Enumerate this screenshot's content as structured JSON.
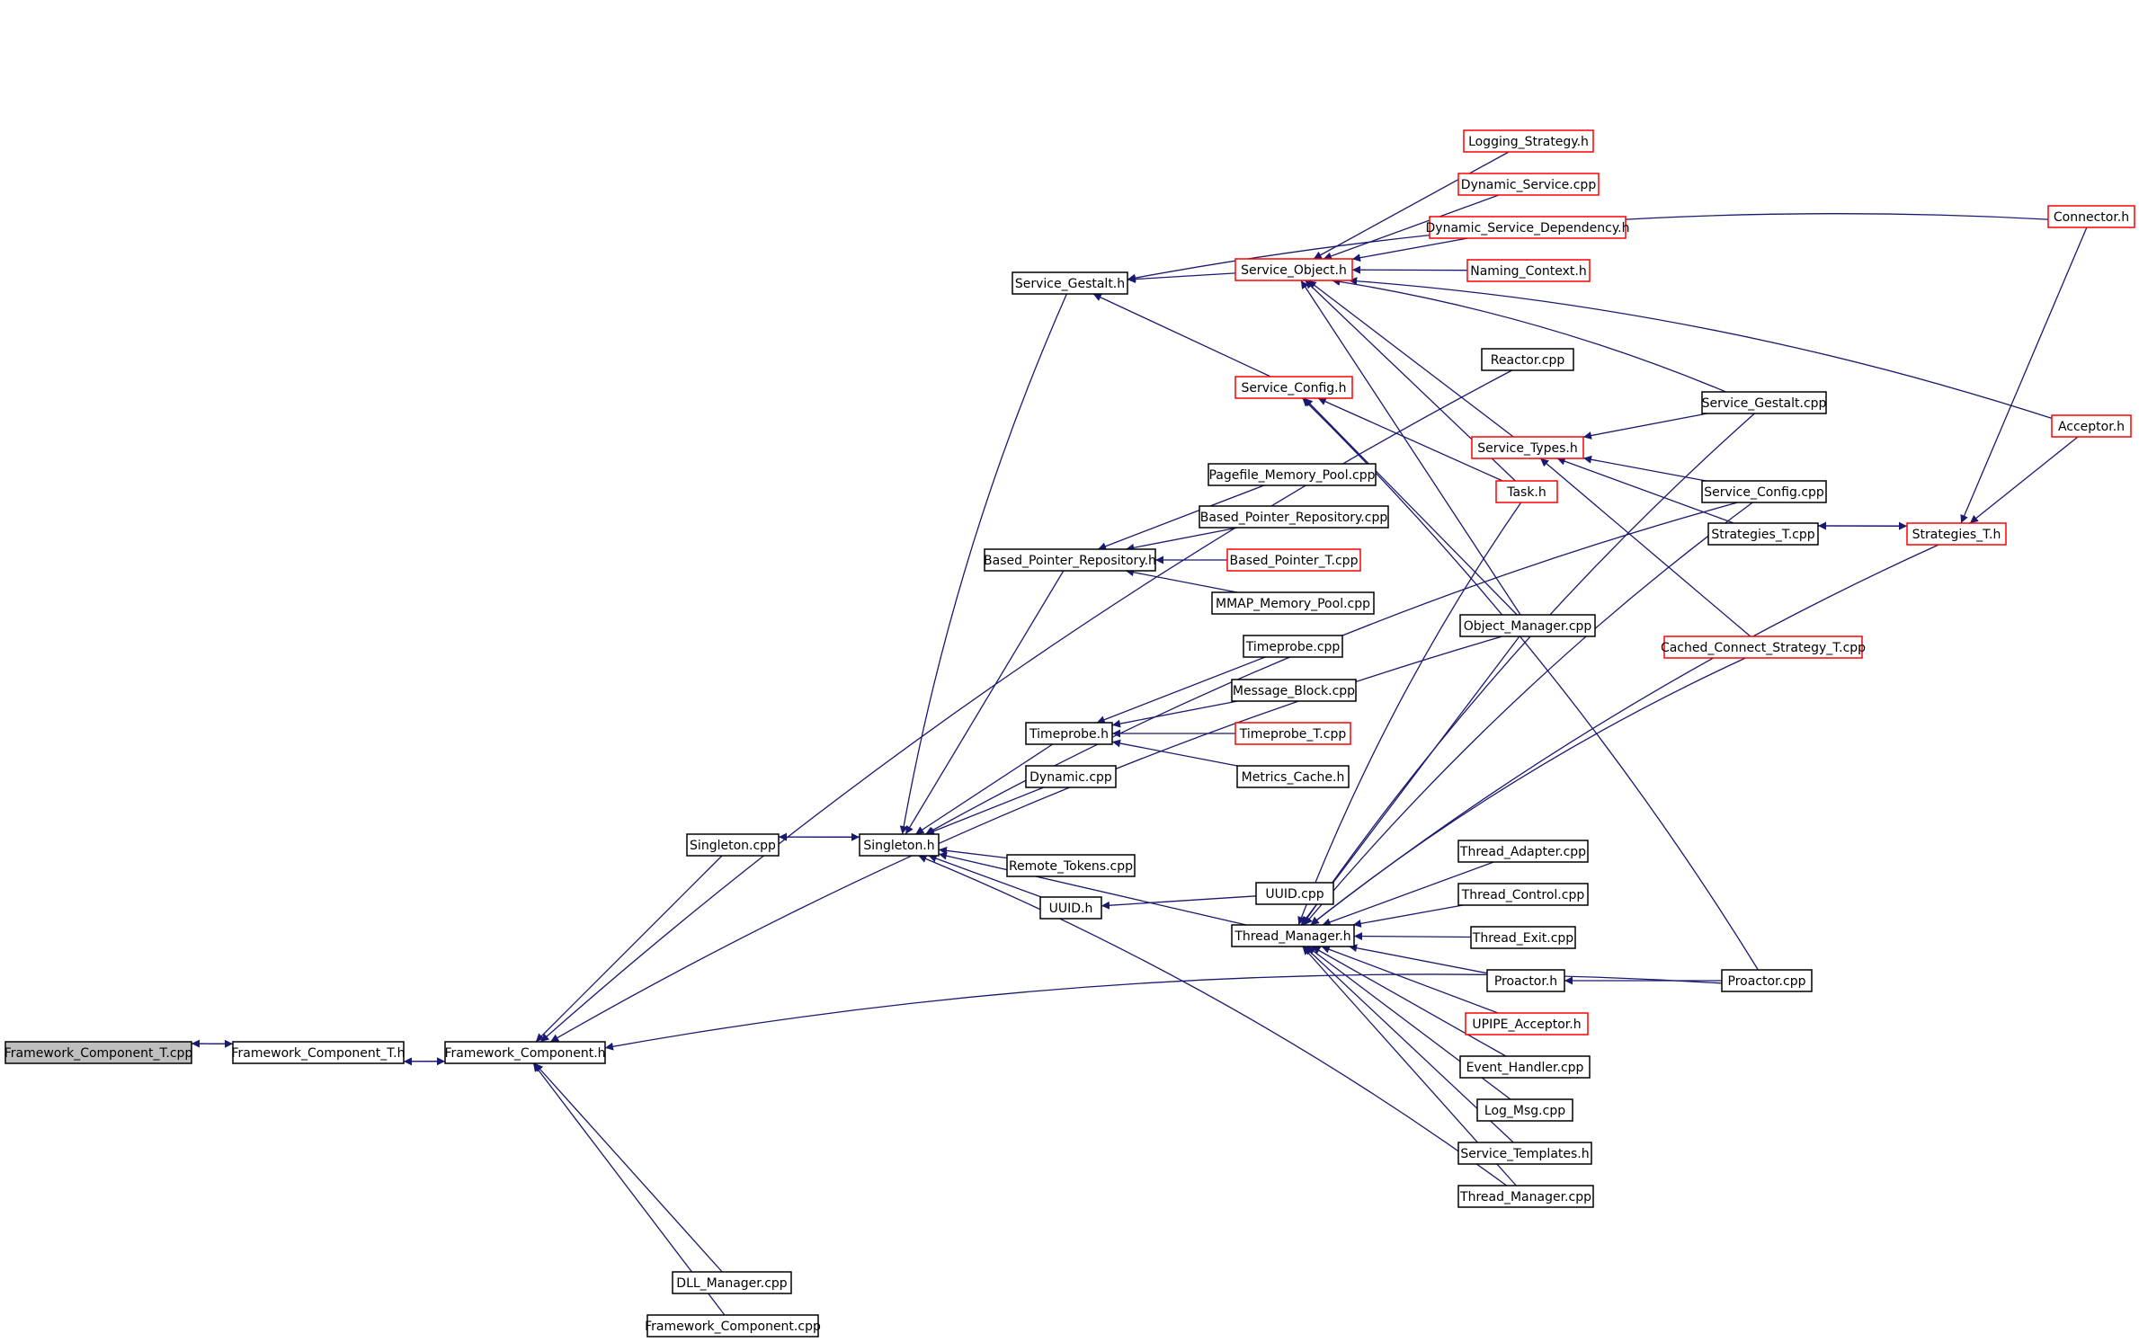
{
  "colors": {
    "edge": "#191970",
    "normal_border": "#000000",
    "truncated_border": "#ff0000",
    "focus_fill": "#bfbfbf",
    "node_fill": "#ffffff"
  },
  "nodes": [
    {
      "id": "fct_cpp",
      "label": "Framework_Component_T.cpp",
      "style": "focus"
    },
    {
      "id": "fct_h",
      "label": "Framework_Component_T.h",
      "style": "normal"
    },
    {
      "id": "fc_h",
      "label": "Framework_Component.h",
      "style": "normal"
    },
    {
      "id": "singleton_cpp",
      "label": "Singleton.cpp",
      "style": "normal"
    },
    {
      "id": "singleton_h",
      "label": "Singleton.h",
      "style": "normal"
    },
    {
      "id": "dll_manager_cpp",
      "label": "DLL_Manager.cpp",
      "style": "normal"
    },
    {
      "id": "fc_cpp",
      "label": "Framework_Component.cpp",
      "style": "normal"
    },
    {
      "id": "service_gestalt_h",
      "label": "Service_Gestalt.h",
      "style": "normal"
    },
    {
      "id": "based_pointer_repository_h",
      "label": "Based_Pointer_Repository.h",
      "style": "normal"
    },
    {
      "id": "timeprobe_h",
      "label": "Timeprobe.h",
      "style": "normal"
    },
    {
      "id": "dynamic_cpp",
      "label": "Dynamic.cpp",
      "style": "normal"
    },
    {
      "id": "remote_tokens_cpp",
      "label": "Remote_Tokens.cpp",
      "style": "normal"
    },
    {
      "id": "uuid_h",
      "label": "UUID.h",
      "style": "normal"
    },
    {
      "id": "thread_manager_h",
      "label": "Thread_Manager.h",
      "style": "normal"
    },
    {
      "id": "service_object_h",
      "label": "Service_Object.h",
      "style": "truncated"
    },
    {
      "id": "service_config_h",
      "label": "Service_Config.h",
      "style": "truncated"
    },
    {
      "id": "pagefile_memory_pool_cpp",
      "label": "Pagefile_Memory_Pool.cpp",
      "style": "normal"
    },
    {
      "id": "based_pointer_repository_cpp",
      "label": "Based_Pointer_Repository.cpp",
      "style": "normal"
    },
    {
      "id": "based_pointer_t_cpp",
      "label": "Based_Pointer_T.cpp",
      "style": "truncated"
    },
    {
      "id": "mmap_memory_pool_cpp",
      "label": "MMAP_Memory_Pool.cpp",
      "style": "normal"
    },
    {
      "id": "timeprobe_cpp",
      "label": "Timeprobe.cpp",
      "style": "normal"
    },
    {
      "id": "message_block_cpp",
      "label": "Message_Block.cpp",
      "style": "normal"
    },
    {
      "id": "timeprobe_t_cpp",
      "label": "Timeprobe_T.cpp",
      "style": "truncated"
    },
    {
      "id": "metrics_cache_h",
      "label": "Metrics_Cache.h",
      "style": "normal"
    },
    {
      "id": "uuid_cpp",
      "label": "UUID.cpp",
      "style": "normal"
    },
    {
      "id": "logging_strategy_h",
      "label": "Logging_Strategy.h",
      "style": "truncated"
    },
    {
      "id": "dynamic_service_cpp",
      "label": "Dynamic_Service.cpp",
      "style": "truncated"
    },
    {
      "id": "dynamic_service_dependency_h",
      "label": "Dynamic_Service_Dependency.h",
      "style": "truncated"
    },
    {
      "id": "naming_context_h",
      "label": "Naming_Context.h",
      "style": "truncated"
    },
    {
      "id": "reactor_cpp",
      "label": "Reactor.cpp",
      "style": "normal"
    },
    {
      "id": "service_types_h",
      "label": "Service_Types.h",
      "style": "truncated"
    },
    {
      "id": "task_h",
      "label": "Task.h",
      "style": "truncated"
    },
    {
      "id": "object_manager_cpp",
      "label": "Object_Manager.cpp",
      "style": "normal"
    },
    {
      "id": "thread_adapter_cpp",
      "label": "Thread_Adapter.cpp",
      "style": "normal"
    },
    {
      "id": "thread_control_cpp",
      "label": "Thread_Control.cpp",
      "style": "normal"
    },
    {
      "id": "thread_exit_cpp",
      "label": "Thread_Exit.cpp",
      "style": "normal"
    },
    {
      "id": "proactor_h",
      "label": "Proactor.h",
      "style": "normal"
    },
    {
      "id": "upipe_acceptor_h",
      "label": "UPIPE_Acceptor.h",
      "style": "truncated"
    },
    {
      "id": "event_handler_cpp",
      "label": "Event_Handler.cpp",
      "style": "normal"
    },
    {
      "id": "log_msg_cpp",
      "label": "Log_Msg.cpp",
      "style": "normal"
    },
    {
      "id": "service_templates_h",
      "label": "Service_Templates.h",
      "style": "normal"
    },
    {
      "id": "thread_manager_cpp",
      "label": "Thread_Manager.cpp",
      "style": "normal"
    },
    {
      "id": "service_gestalt_cpp",
      "label": "Service_Gestalt.cpp",
      "style": "normal"
    },
    {
      "id": "service_config_cpp",
      "label": "Service_Config.cpp",
      "style": "normal"
    },
    {
      "id": "strategies_t_cpp",
      "label": "Strategies_T.cpp",
      "style": "normal"
    },
    {
      "id": "cached_connect_strategy_t_cpp",
      "label": "Cached_Connect_Strategy_T.cpp",
      "style": "truncated"
    },
    {
      "id": "proactor_cpp",
      "label": "Proactor.cpp",
      "style": "normal"
    },
    {
      "id": "connector_h",
      "label": "Connector.h",
      "style": "truncated"
    },
    {
      "id": "acceptor_h",
      "label": "Acceptor.h",
      "style": "truncated"
    },
    {
      "id": "strategies_t_h",
      "label": "Strategies_T.h",
      "style": "truncated"
    }
  ],
  "edges": [
    {
      "from": "fct_h",
      "to": "fct_cpp"
    },
    {
      "from": "fct_cpp",
      "to": "fct_h"
    },
    {
      "from": "fc_h",
      "to": "fct_h"
    },
    {
      "from": "fct_h",
      "to": "fc_h"
    },
    {
      "from": "singleton_cpp",
      "to": "fc_h"
    },
    {
      "from": "dll_manager_cpp",
      "to": "fc_h"
    },
    {
      "from": "fc_cpp",
      "to": "fc_h"
    },
    {
      "from": "reactor_cpp",
      "to": "fc_h"
    },
    {
      "from": "object_manager_cpp",
      "to": "fc_h"
    },
    {
      "from": "proactor_cpp",
      "to": "fc_h"
    },
    {
      "from": "singleton_h",
      "to": "singleton_cpp"
    },
    {
      "from": "singleton_cpp",
      "to": "singleton_h"
    },
    {
      "from": "service_gestalt_h",
      "to": "singleton_h"
    },
    {
      "from": "based_pointer_repository_h",
      "to": "singleton_h"
    },
    {
      "from": "timeprobe_h",
      "to": "singleton_h"
    },
    {
      "from": "dynamic_cpp",
      "to": "singleton_h"
    },
    {
      "from": "remote_tokens_cpp",
      "to": "singleton_h"
    },
    {
      "from": "uuid_h",
      "to": "singleton_h"
    },
    {
      "from": "thread_manager_h",
      "to": "singleton_h"
    },
    {
      "from": "thread_manager_cpp",
      "to": "singleton_h"
    },
    {
      "from": "service_config_cpp",
      "to": "singleton_h"
    },
    {
      "from": "service_object_h",
      "to": "service_gestalt_h"
    },
    {
      "from": "service_config_h",
      "to": "service_gestalt_h"
    },
    {
      "from": "connector_h",
      "to": "service_gestalt_h"
    },
    {
      "from": "logging_strategy_h",
      "to": "service_object_h"
    },
    {
      "from": "dynamic_service_cpp",
      "to": "service_object_h"
    },
    {
      "from": "dynamic_service_dependency_h",
      "to": "service_object_h"
    },
    {
      "from": "naming_context_h",
      "to": "service_object_h"
    },
    {
      "from": "service_types_h",
      "to": "service_object_h"
    },
    {
      "from": "service_gestalt_cpp",
      "to": "service_object_h"
    },
    {
      "from": "acceptor_h",
      "to": "service_object_h"
    },
    {
      "from": "task_h",
      "to": "service_object_h"
    },
    {
      "from": "object_manager_cpp",
      "to": "service_object_h"
    },
    {
      "from": "task_h",
      "to": "service_config_h"
    },
    {
      "from": "object_manager_cpp",
      "to": "service_config_h"
    },
    {
      "from": "proactor_cpp",
      "to": "service_config_h"
    },
    {
      "from": "pagefile_memory_pool_cpp",
      "to": "based_pointer_repository_h"
    },
    {
      "from": "based_pointer_repository_cpp",
      "to": "based_pointer_repository_h"
    },
    {
      "from": "based_pointer_t_cpp",
      "to": "based_pointer_repository_h"
    },
    {
      "from": "mmap_memory_pool_cpp",
      "to": "based_pointer_repository_h"
    },
    {
      "from": "timeprobe_cpp",
      "to": "timeprobe_h"
    },
    {
      "from": "message_block_cpp",
      "to": "timeprobe_h"
    },
    {
      "from": "timeprobe_t_cpp",
      "to": "timeprobe_h"
    },
    {
      "from": "metrics_cache_h",
      "to": "timeprobe_h"
    },
    {
      "from": "uuid_cpp",
      "to": "uuid_h"
    },
    {
      "from": "service_gestalt_cpp",
      "to": "service_types_h"
    },
    {
      "from": "service_config_cpp",
      "to": "service_types_h"
    },
    {
      "from": "strategies_t_cpp",
      "to": "service_types_h"
    },
    {
      "from": "cached_connect_strategy_t_cpp",
      "to": "service_types_h"
    },
    {
      "from": "strategies_t_h",
      "to": "strategies_t_cpp"
    },
    {
      "from": "strategies_t_cpp",
      "to": "strategies_t_h"
    },
    {
      "from": "connector_h",
      "to": "strategies_t_h"
    },
    {
      "from": "acceptor_h",
      "to": "strategies_t_h"
    },
    {
      "from": "proactor_cpp",
      "to": "proactor_h"
    },
    {
      "from": "task_h",
      "to": "thread_manager_h"
    },
    {
      "from": "object_manager_cpp",
      "to": "thread_manager_h"
    },
    {
      "from": "thread_adapter_cpp",
      "to": "thread_manager_h"
    },
    {
      "from": "thread_control_cpp",
      "to": "thread_manager_h"
    },
    {
      "from": "thread_exit_cpp",
      "to": "thread_manager_h"
    },
    {
      "from": "proactor_h",
      "to": "thread_manager_h"
    },
    {
      "from": "upipe_acceptor_h",
      "to": "thread_manager_h"
    },
    {
      "from": "event_handler_cpp",
      "to": "thread_manager_h"
    },
    {
      "from": "log_msg_cpp",
      "to": "thread_manager_h"
    },
    {
      "from": "service_templates_h",
      "to": "thread_manager_h"
    },
    {
      "from": "thread_manager_cpp",
      "to": "thread_manager_h"
    },
    {
      "from": "service_gestalt_cpp",
      "to": "thread_manager_h"
    },
    {
      "from": "service_config_cpp",
      "to": "thread_manager_h"
    },
    {
      "from": "cached_connect_strategy_t_cpp",
      "to": "thread_manager_h"
    },
    {
      "from": "strategies_t_h",
      "to": "thread_manager_h"
    }
  ]
}
